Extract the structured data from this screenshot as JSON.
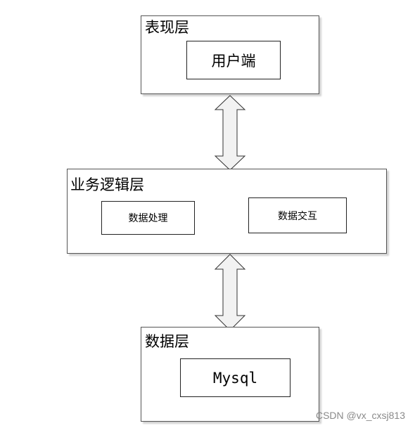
{
  "diagram": {
    "presentation_layer": {
      "title": "表现层",
      "component": "用户端"
    },
    "business_layer": {
      "title": "业务逻辑层",
      "components": [
        "数据处理",
        "数据交互"
      ]
    },
    "data_layer": {
      "title": "数据层",
      "component": "Mysql"
    }
  },
  "watermark": "CSDN @vx_cxsj813",
  "colors": {
    "border": "#555555",
    "arrow_fill": "#f2f2f2"
  }
}
